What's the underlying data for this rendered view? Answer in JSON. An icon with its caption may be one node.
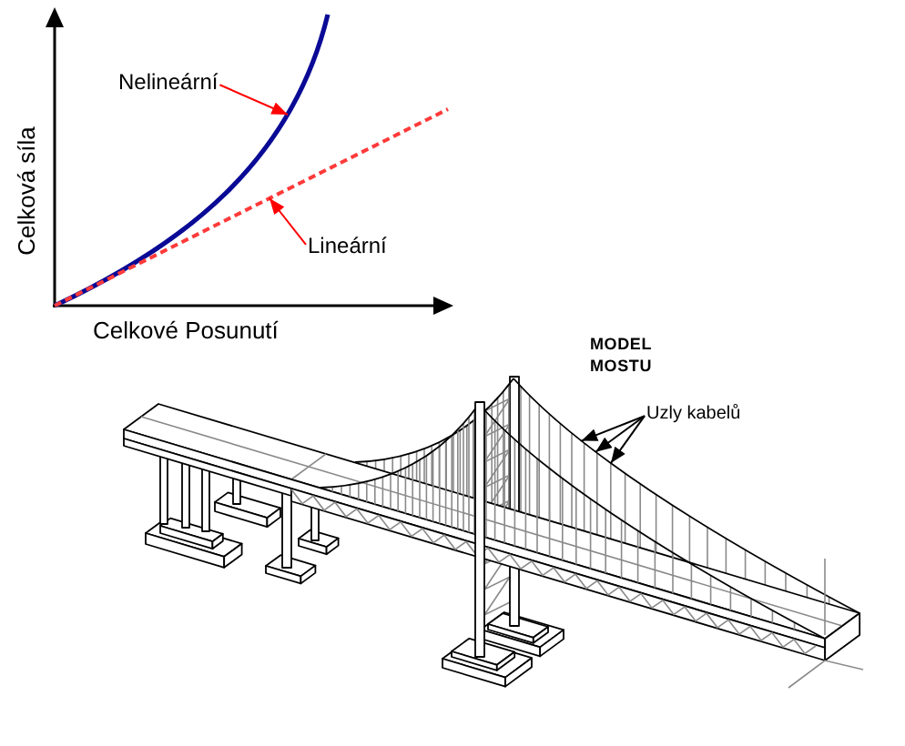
{
  "diagram": {
    "nodes": [
      {
        "text": [
          "Nelineární"
        ]
      },
      {
        "text": [
          "Lineární"
        ]
      },
      {
        "text": [
          "Uzly kabelů"
        ]
      }
    ],
    "edges": [
      {
        "from": 0,
        "to": null,
        "arrow": "to",
        "color": "#ff0000"
      },
      {
        "from": 1,
        "to": null,
        "arrow": "to",
        "color": "#ff0000"
      },
      {
        "from": 2,
        "to": null,
        "arrow": "to"
      },
      {
        "from": 2,
        "to": null,
        "arrow": "to"
      },
      {
        "from": 2,
        "to": null,
        "arrow": "to"
      }
    ],
    "labels": [
      "Celková síla",
      "Celkové Posunutí",
      "MODEL MOSTU"
    ]
  }
}
